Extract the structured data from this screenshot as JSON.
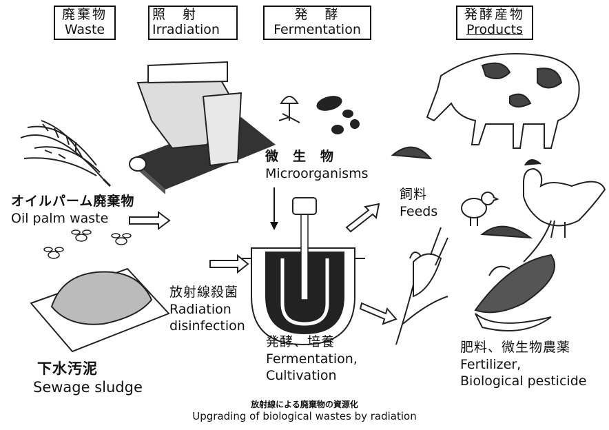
{
  "headers": {
    "waste": {
      "jp": "廃棄物",
      "en": "Waste"
    },
    "irradiation": {
      "jp": "照　射",
      "en": "Irradiation"
    },
    "fermentation": {
      "jp": "発　酵",
      "en": "Fermentation"
    },
    "products": {
      "jp": "発酵産物",
      "en": "Products"
    }
  },
  "labels": {
    "oil_palm": {
      "jp": "オイルパーム廃棄物",
      "en": "Oil palm waste"
    },
    "sewage": {
      "jp": "下水汚泥",
      "en": "Sewage sludge"
    },
    "microorganisms": {
      "jp": "微　生　物",
      "en": "Microorganisms"
    },
    "radiation": {
      "jp": "放射線殺菌",
      "en1": "Radiation",
      "en2": "disinfection"
    },
    "fermentation_process": {
      "jp": "発酵、培養",
      "en1": "Fermentation,",
      "en2": "Cultivation"
    },
    "feeds": {
      "jp": "飼料",
      "en": "Feeds"
    },
    "fertilizer": {
      "jp": "肥料、微生物農薬",
      "en1": "Fertilizer,",
      "en2": "Biological pesticide"
    }
  },
  "caption": {
    "jp": "放射線による廃棄物の資源化",
    "en": "Upgrading of biological wastes by radiation"
  }
}
